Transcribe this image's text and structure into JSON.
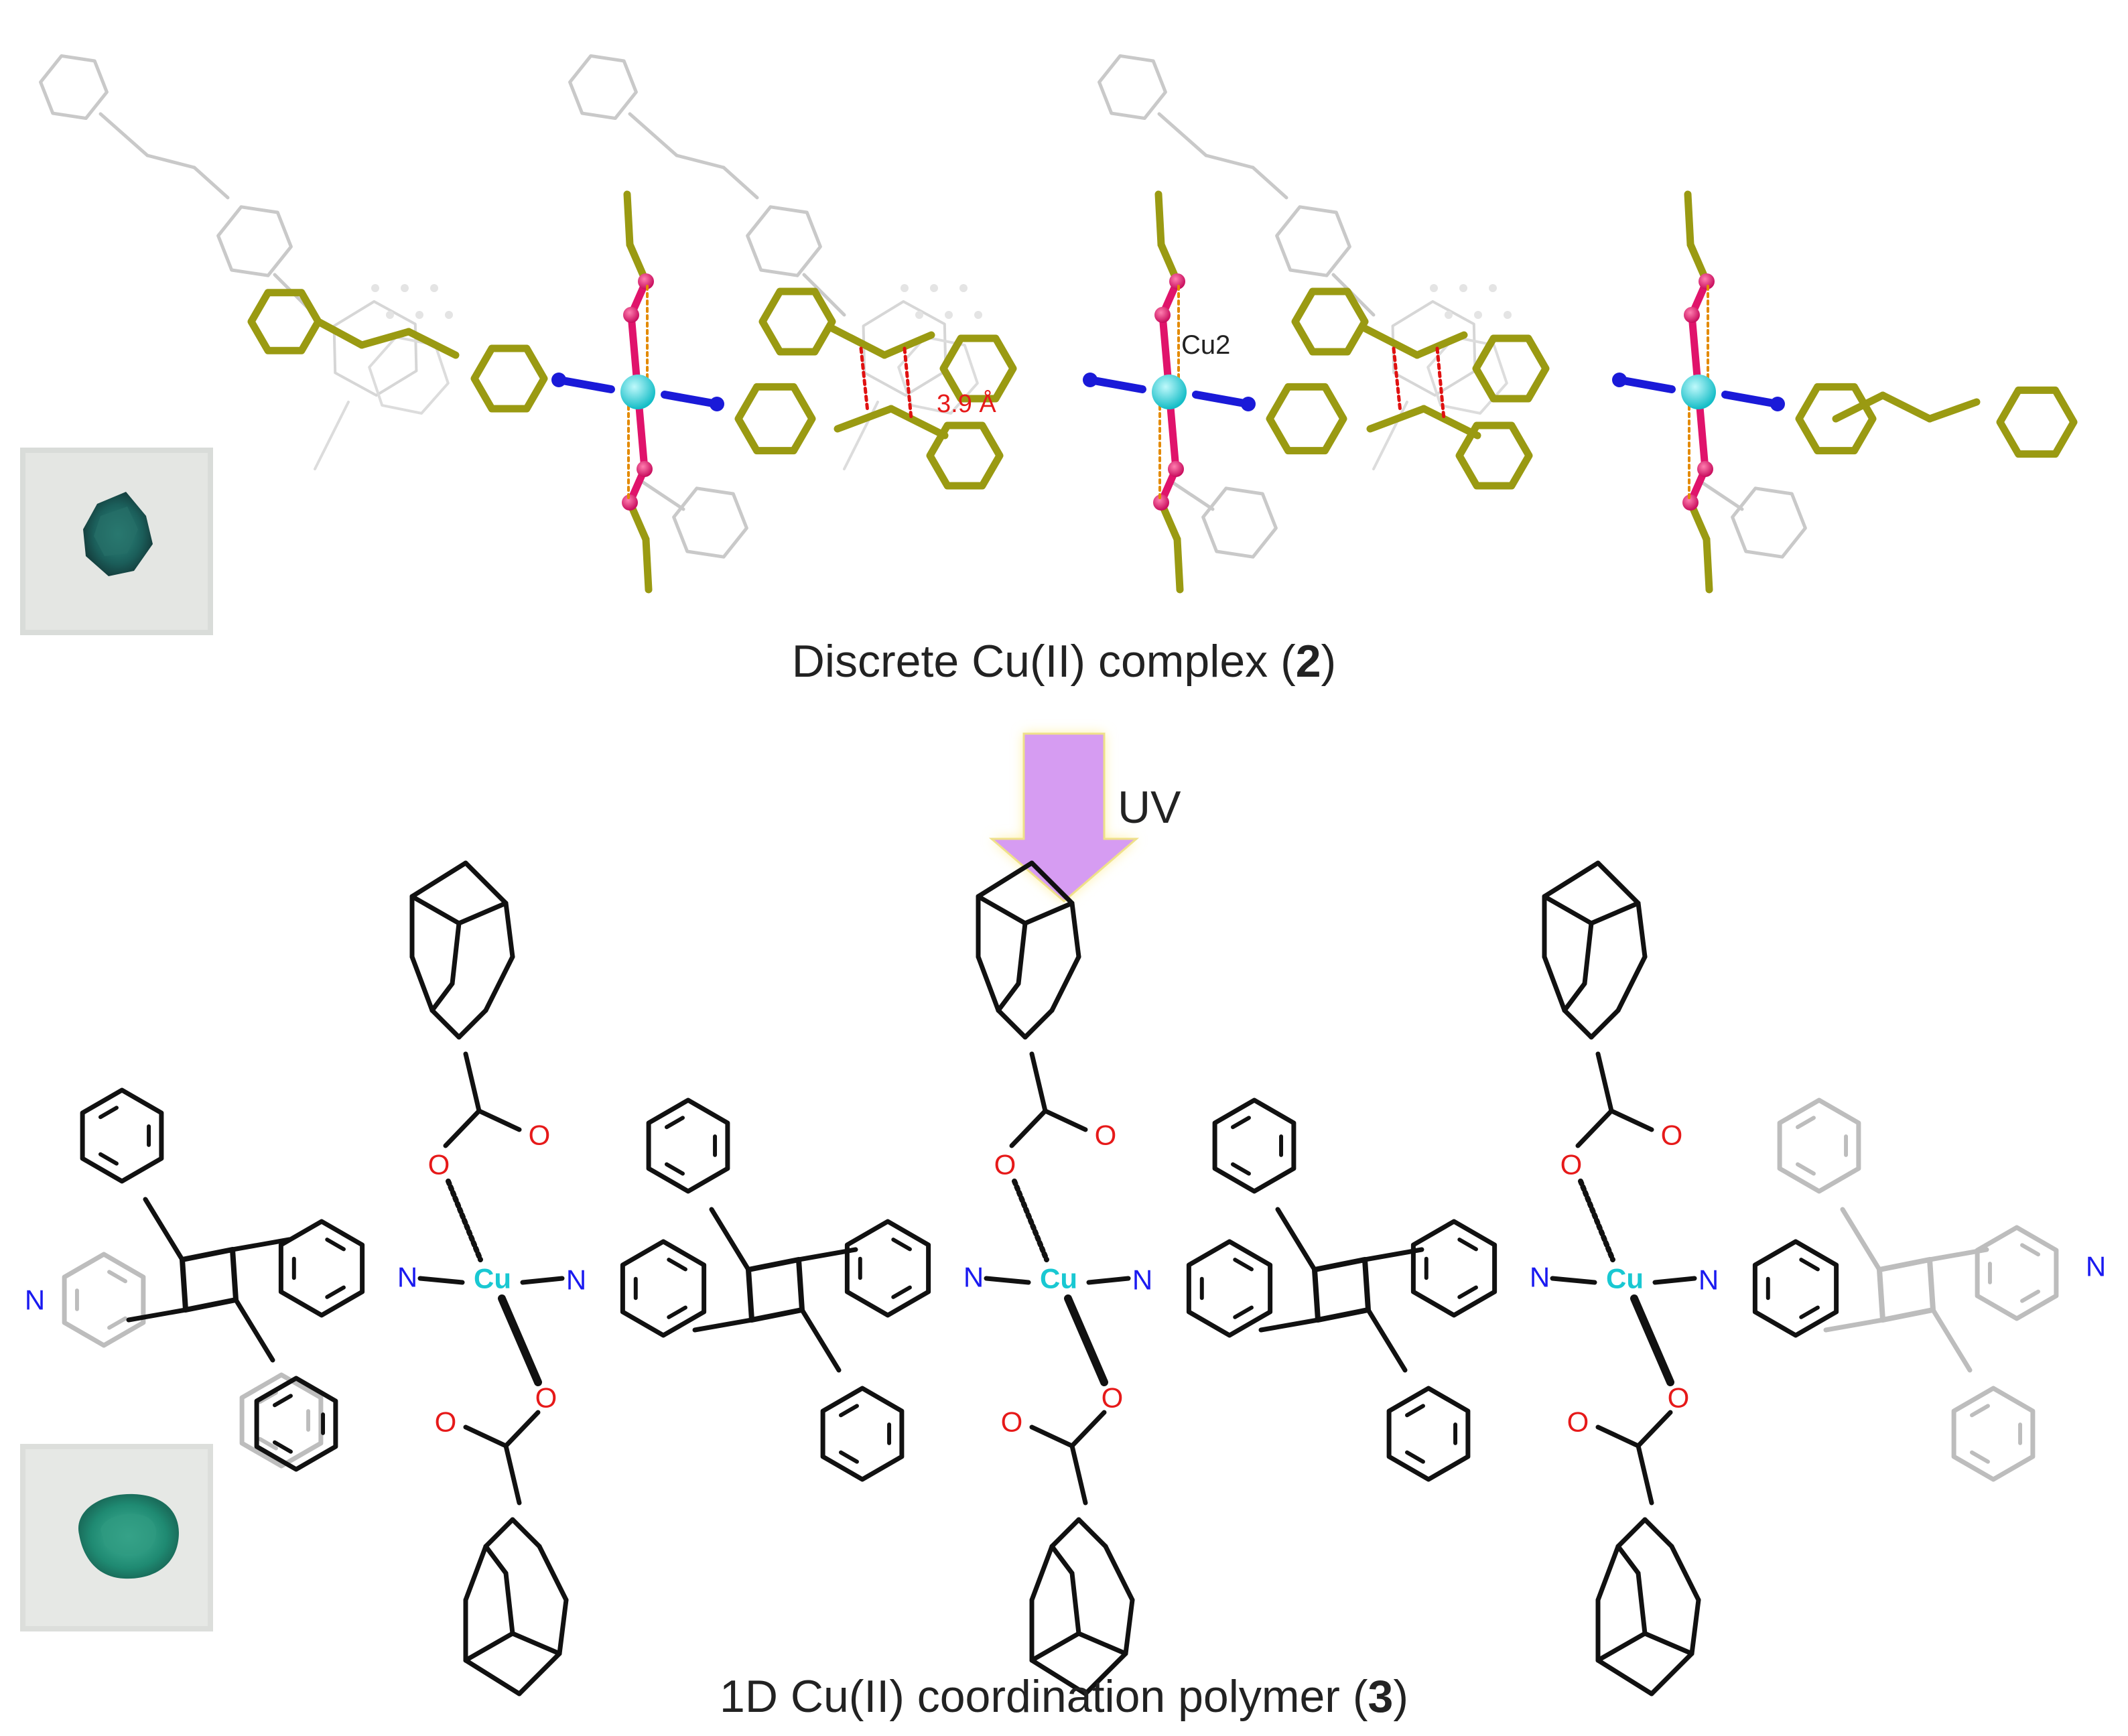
{
  "top_panel": {
    "caption_prefix": "Discrete Cu(II) complex (",
    "caption_bold": "2",
    "caption_suffix": ")",
    "distance_label": "3.9 Å",
    "atom_label": "Cu2"
  },
  "arrow": {
    "label": "UV"
  },
  "bottom_panel": {
    "caption_prefix": "1D Cu(II) coordination polymer (",
    "caption_bold": "3",
    "caption_suffix": ")",
    "metal_label": "Cu",
    "nitrogen_label": "N",
    "oxygen_label": "O"
  },
  "colors": {
    "ligand_olive": "#9a9a12",
    "copper_cyan": "#22d3dc",
    "oxygen_magenta": "#e0136b",
    "nitrogen_blue": "#1a1ad8",
    "contact_red": "#e01010",
    "coord_orange": "#e38a00",
    "label_red": "#e61919",
    "label_blue": "#1a1af0",
    "arrow_violet": "#d69cf2",
    "arrow_glow": "#fff2a0",
    "crystal_green": "#1c7a6a"
  }
}
